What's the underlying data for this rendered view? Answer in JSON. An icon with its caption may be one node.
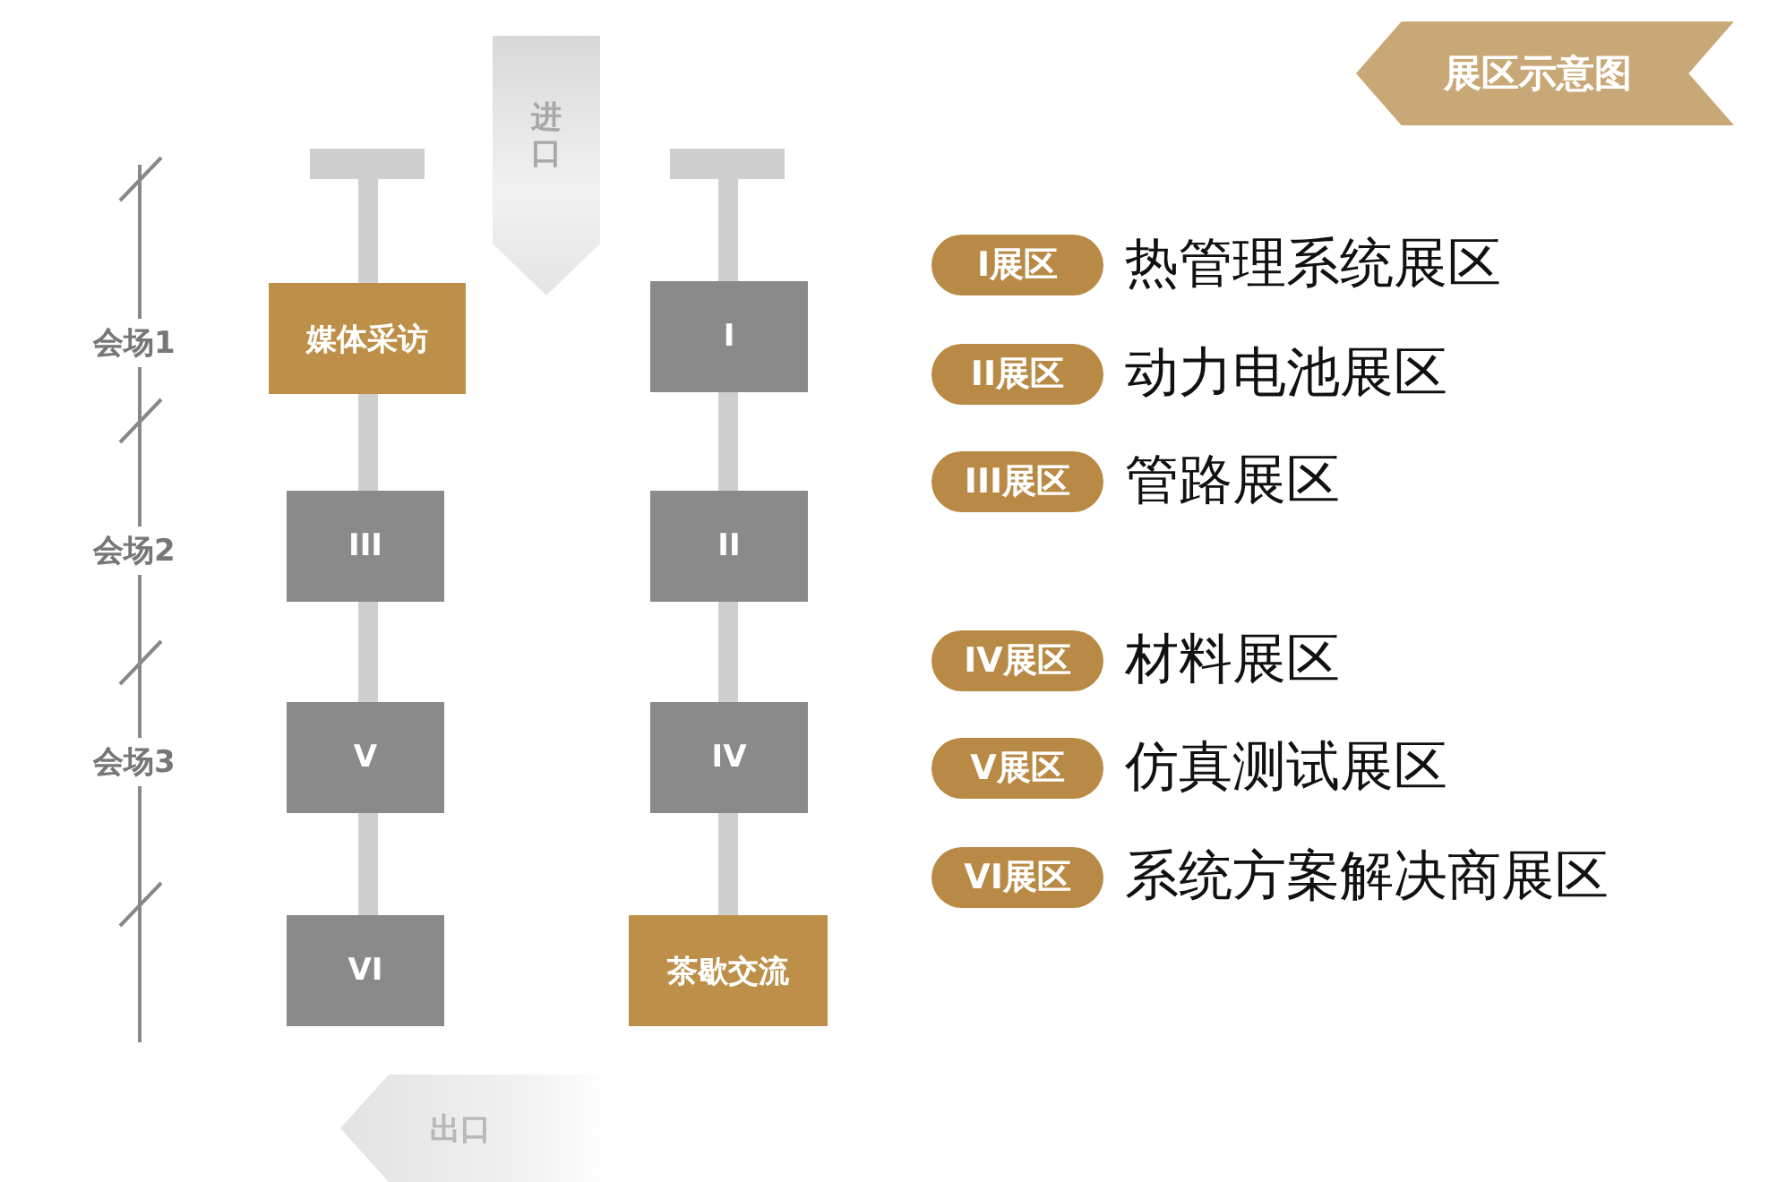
{
  "diagram": {
    "title": "展区示意图",
    "nodes": [
      {
        "text": [
          "进口"
        ]
      },
      {
        "text": [
          "媒体采访"
        ]
      },
      {
        "text": [
          "I"
        ]
      },
      {
        "text": [
          "III"
        ]
      },
      {
        "text": [
          "II"
        ]
      },
      {
        "text": [
          "V"
        ]
      },
      {
        "text": [
          "IV"
        ]
      },
      {
        "text": [
          "VI"
        ]
      },
      {
        "text": [
          "茶歇交流"
        ]
      },
      {
        "text": [
          "出口"
        ]
      },
      {
        "text": [
          "I展区"
        ],
        "beside": [
          "热管理系统展区"
        ]
      },
      {
        "text": [
          "II展区"
        ],
        "beside": [
          "动力电池展区"
        ]
      },
      {
        "text": [
          "III展区"
        ],
        "beside": [
          "管路展区"
        ]
      },
      {
        "text": [
          "IV展区"
        ],
        "beside": [
          "材料展区"
        ]
      },
      {
        "text": [
          "V展区"
        ],
        "beside": [
          "仿真测试展区"
        ]
      },
      {
        "text": [
          "VI展区"
        ],
        "beside": [
          "系统方案解决商展区"
        ]
      }
    ],
    "labels": [
      "会场1",
      "会场2",
      "会场3"
    ]
  }
}
